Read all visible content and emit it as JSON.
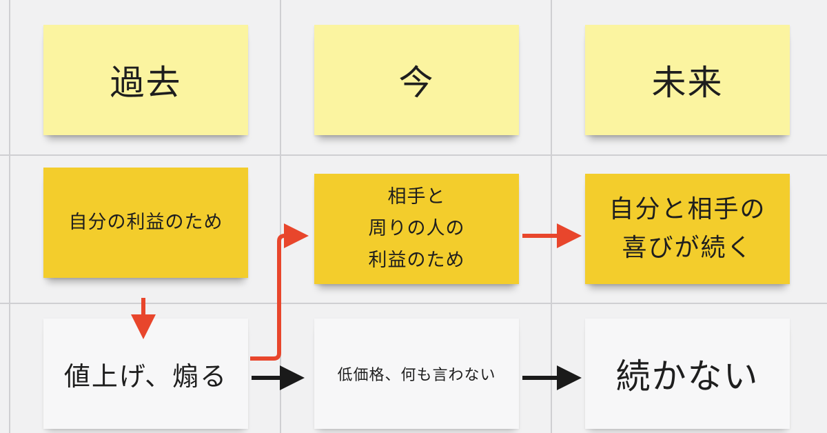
{
  "colors": {
    "background": "#f1f1f2",
    "grid": "#cfcfd2",
    "note_light_yellow": "#fbf4a0",
    "note_gold": "#f3cd2c",
    "note_white": "#f7f7f8",
    "arrow_red": "#e8462c",
    "arrow_black": "#1a1a1a"
  },
  "headers": {
    "past": "過去",
    "now": "今",
    "future": "未来"
  },
  "row2": {
    "past": "自分の利益のため",
    "now": "相手と\n周りの人の\n利益のため",
    "future": "自分と相手の\n喜びが続く"
  },
  "row3": {
    "past": "値上げ、煽る",
    "now": "低価格、何も言わない",
    "future": "続かない"
  }
}
